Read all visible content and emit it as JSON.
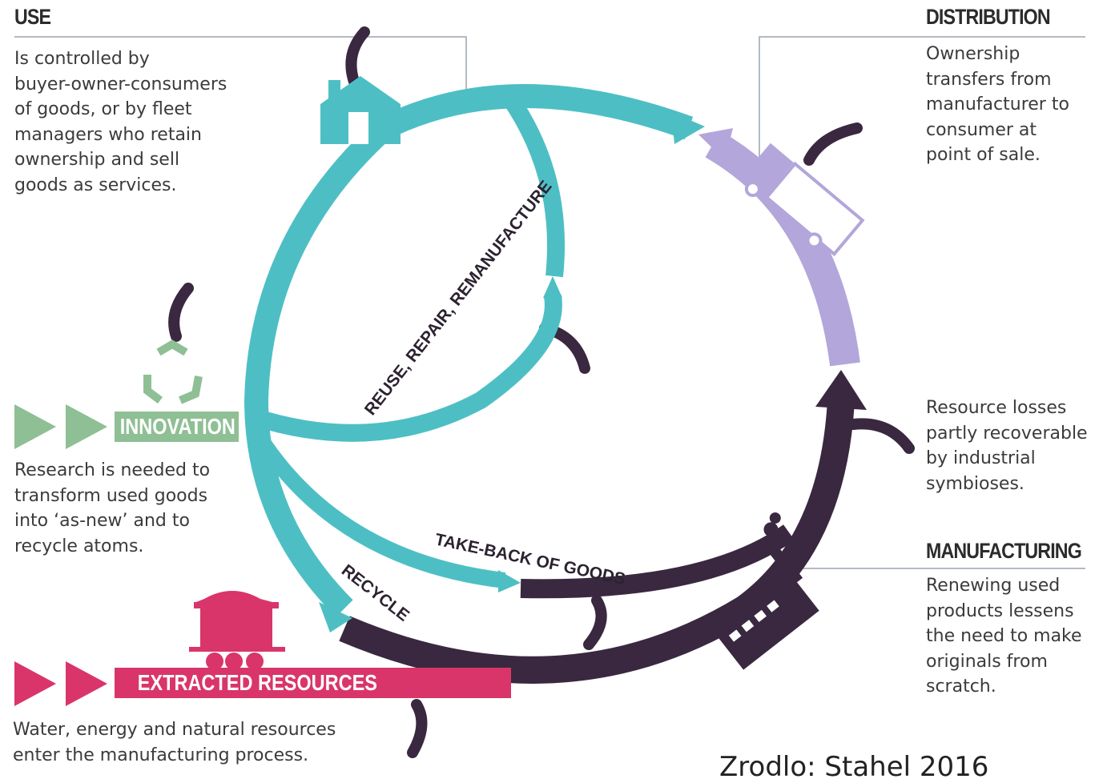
{
  "sections": {
    "use": {
      "title": "USE",
      "text": "Is controlled by\nbuyer-owner-consumers\nof goods, or by fleet\nmanagers who retain\nownership and sell\ngoods as services."
    },
    "distribution": {
      "title": "DISTRIBUTION",
      "text": "Ownership\ntransfers from\nmanufacturer to\nconsumer at\npoint of sale."
    },
    "innovation": {
      "title": "INNOVATION",
      "text": "Research is needed to\ntransform used goods\ninto ‘as-new’ and to\nrecycle atoms."
    },
    "losses": {
      "text": "Resource losses\npartly recoverable\nby industrial\nsymbioses."
    },
    "manufacturing": {
      "title": "MANUFACTURING",
      "text": "Renewing used\nproducts lessens\nthe need to make\noriginals from\nscratch."
    },
    "extracted": {
      "title": "EXTRACTED RESOURCES",
      "text": "Water, energy and natural resources\nenter the manufacturing process."
    }
  },
  "curve_labels": {
    "reuse": "REUSE, REPAIR, REMANUFACTURE",
    "takeback": "TAKE-BACK OF GOODS",
    "recycle": "RECYCLE"
  },
  "attribution": "Zrodlo: Stahel 2016",
  "colors": {
    "teal": "#4dbfc4",
    "purple": "#3a2840",
    "lavender": "#b3a6da",
    "green": "#8fbf94",
    "pink": "#d9356b"
  },
  "icons": [
    "house-icon",
    "truck-icon",
    "recycle-icon",
    "factory-icon",
    "mine-cart-icon"
  ]
}
